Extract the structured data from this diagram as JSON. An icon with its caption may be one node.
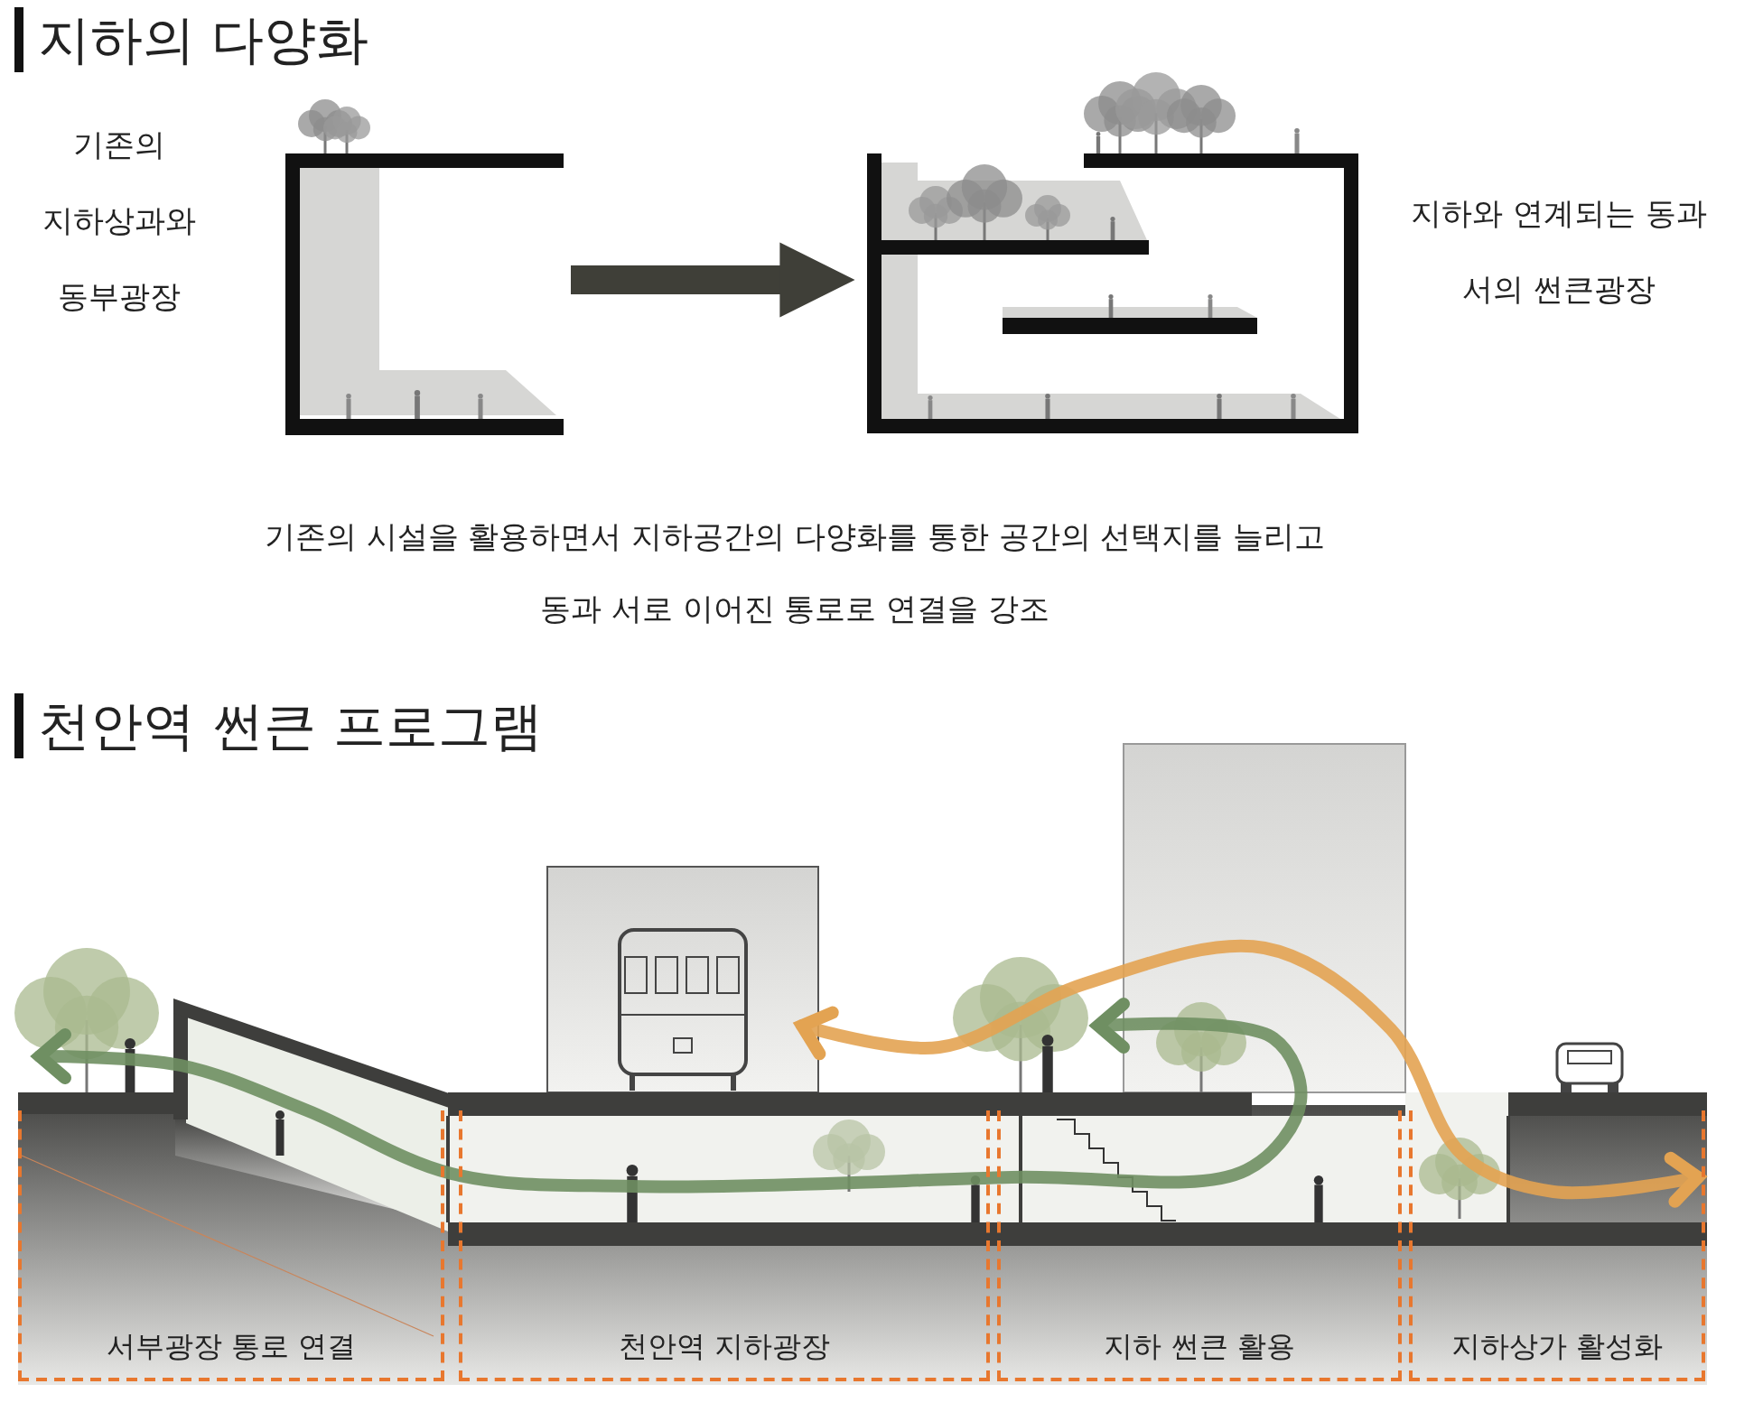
{
  "diagram": {
    "title": "지하의 다양화",
    "nodes": [
      {
        "text": [],
        "shape": "picture",
        "beside": [
          "기존의 지하상과와 동부광장"
        ]
      },
      {
        "text": [],
        "shape": "picture",
        "beside": [
          "지하와 연계되는 동과 서의 썬큰광장"
        ]
      },
      {
        "text": [
          "서부광장 통로 연결"
        ]
      },
      {
        "text": [
          "천안역 지하광장"
        ]
      },
      {
        "text": [
          "지하 썬큰 활용"
        ]
      },
      {
        "text": [
          "지하상가 활성화"
        ]
      }
    ],
    "edges": [
      {
        "from": 0,
        "to": 1,
        "arrow": "to"
      }
    ],
    "labels": [
      "기존의 시설을 활용하면서 지하공간의 다양화를 통한 공간의 선택지를 늘리고 동과 서로 이어진 통로로 연결을 강조",
      "천안역 썬큰 프로그램"
    ]
  }
}
